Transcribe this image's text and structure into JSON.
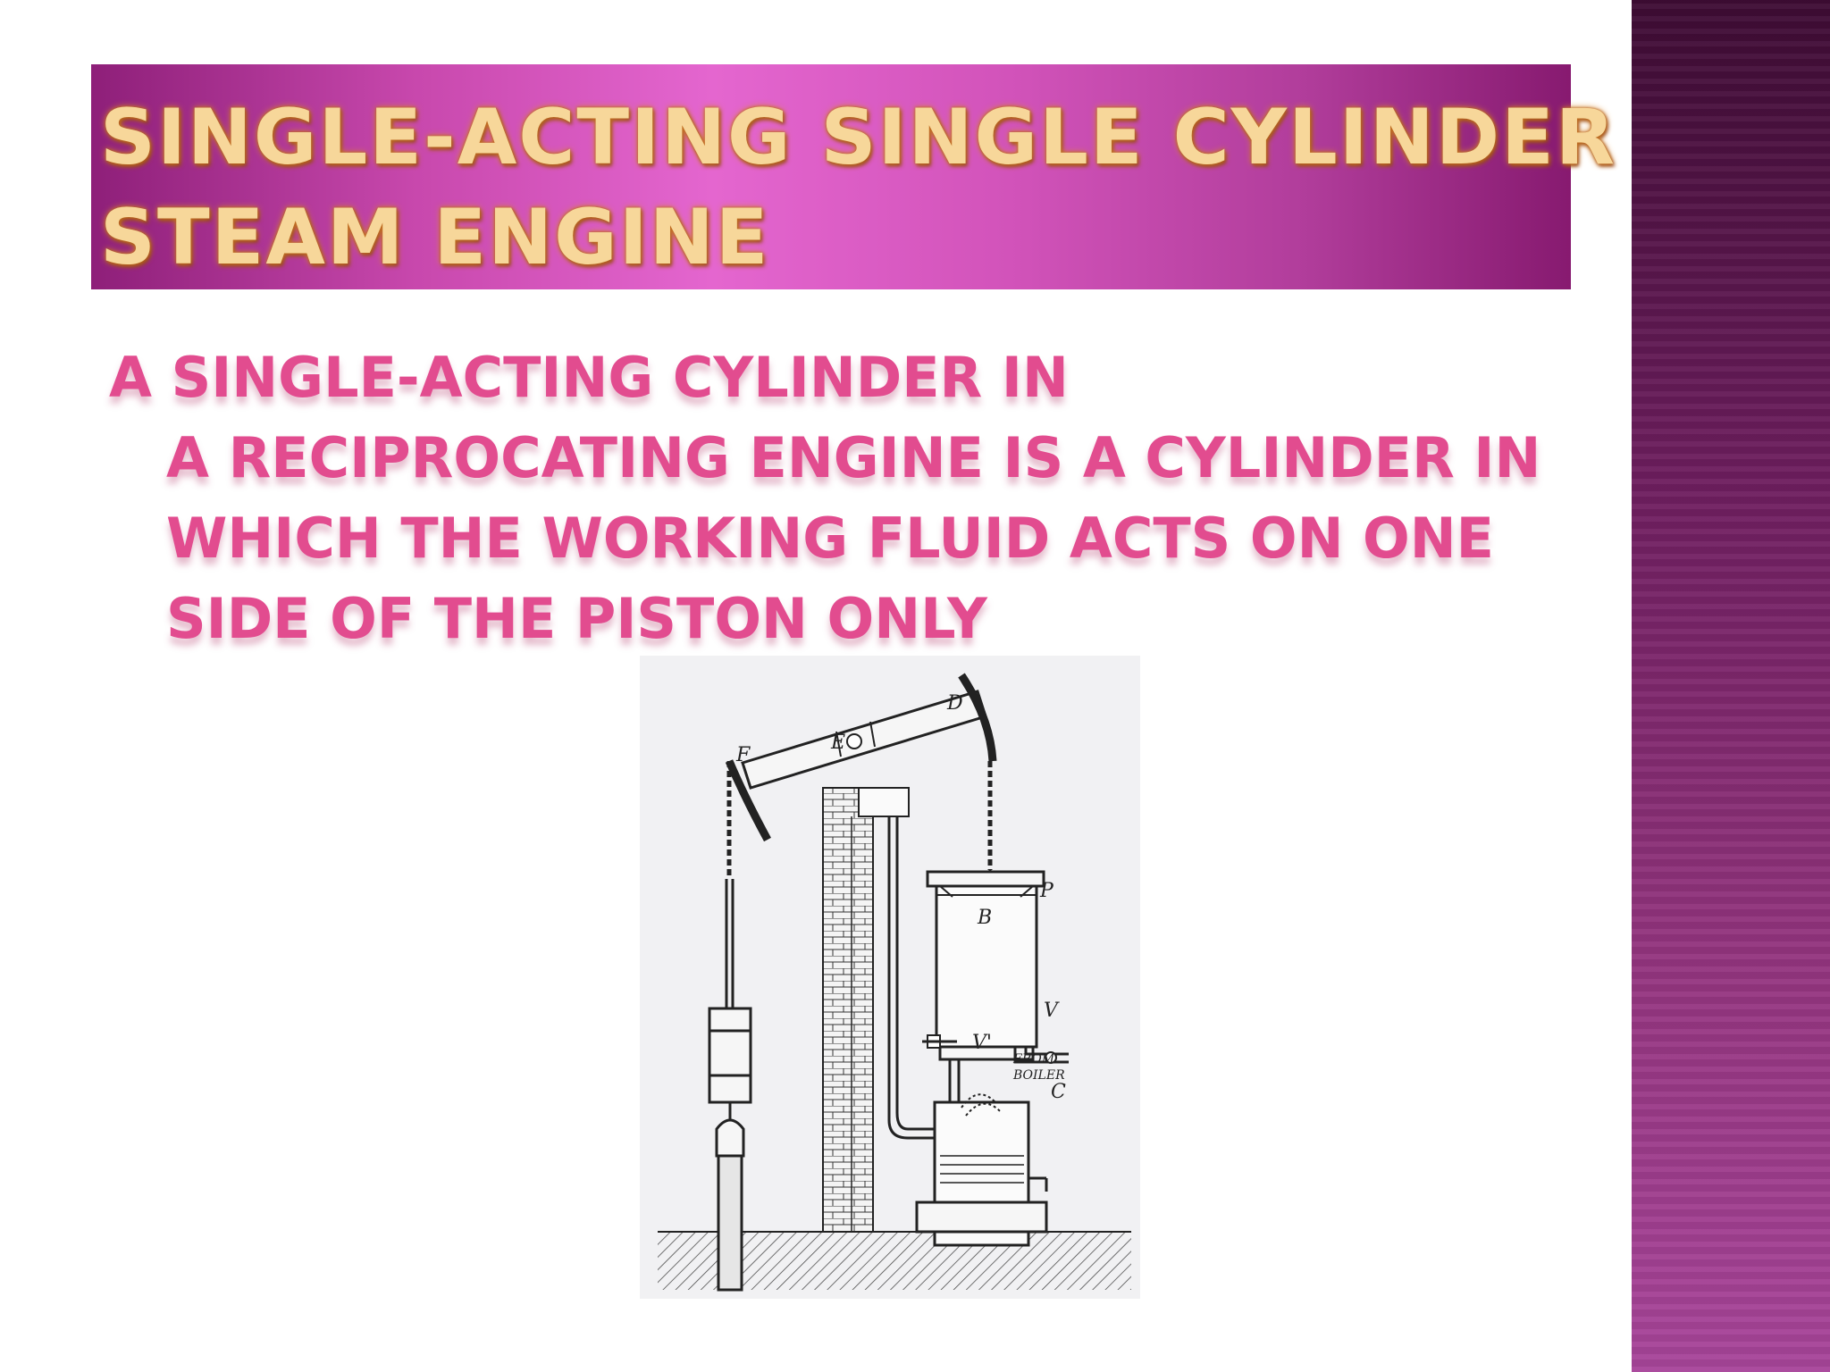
{
  "slide": {
    "title_lines": [
      "SINGLE-ACTING SINGLE CYLINDER",
      "STEAM ENGINE"
    ],
    "body_lines": [
      "A SINGLE-ACTING CYLINDER IN",
      "A RECIPROCATING ENGINE IS A CYLINDER IN",
      "WHICH THE WORKING FLUID ACTS ON ONE",
      "SIDE OF THE PISTON ONLY"
    ]
  },
  "figure": {
    "labels": {
      "d": "D",
      "e": "E",
      "f": "F",
      "b": "B",
      "p": "P",
      "v": "V",
      "v_prime": "V'",
      "from": "FROM",
      "boiler": "BOILER",
      "c": "C"
    }
  },
  "colors": {
    "title_text": "#f7d79a",
    "title_banner": "#e466cf",
    "body_text": "#e24c8f",
    "sidebar": "#94357f"
  }
}
